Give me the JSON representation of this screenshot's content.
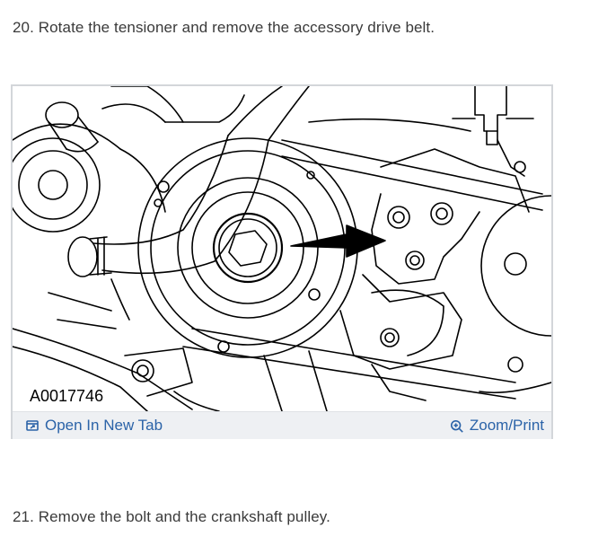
{
  "steps": {
    "step20": "20. Rotate the tensioner and remove the accessory drive belt.",
    "step21": "21. Remove the bolt and the crankshaft pulley."
  },
  "figure": {
    "code": "A0017746",
    "open_label": "Open In New Tab",
    "zoom_label": "Zoom/Print",
    "open_icon": "external-window-icon",
    "zoom_icon": "magnifier-plus-icon"
  },
  "colors": {
    "link": "#2b63a8",
    "toolbar_bg": "#eef0f3",
    "border": "#d3d6da"
  }
}
